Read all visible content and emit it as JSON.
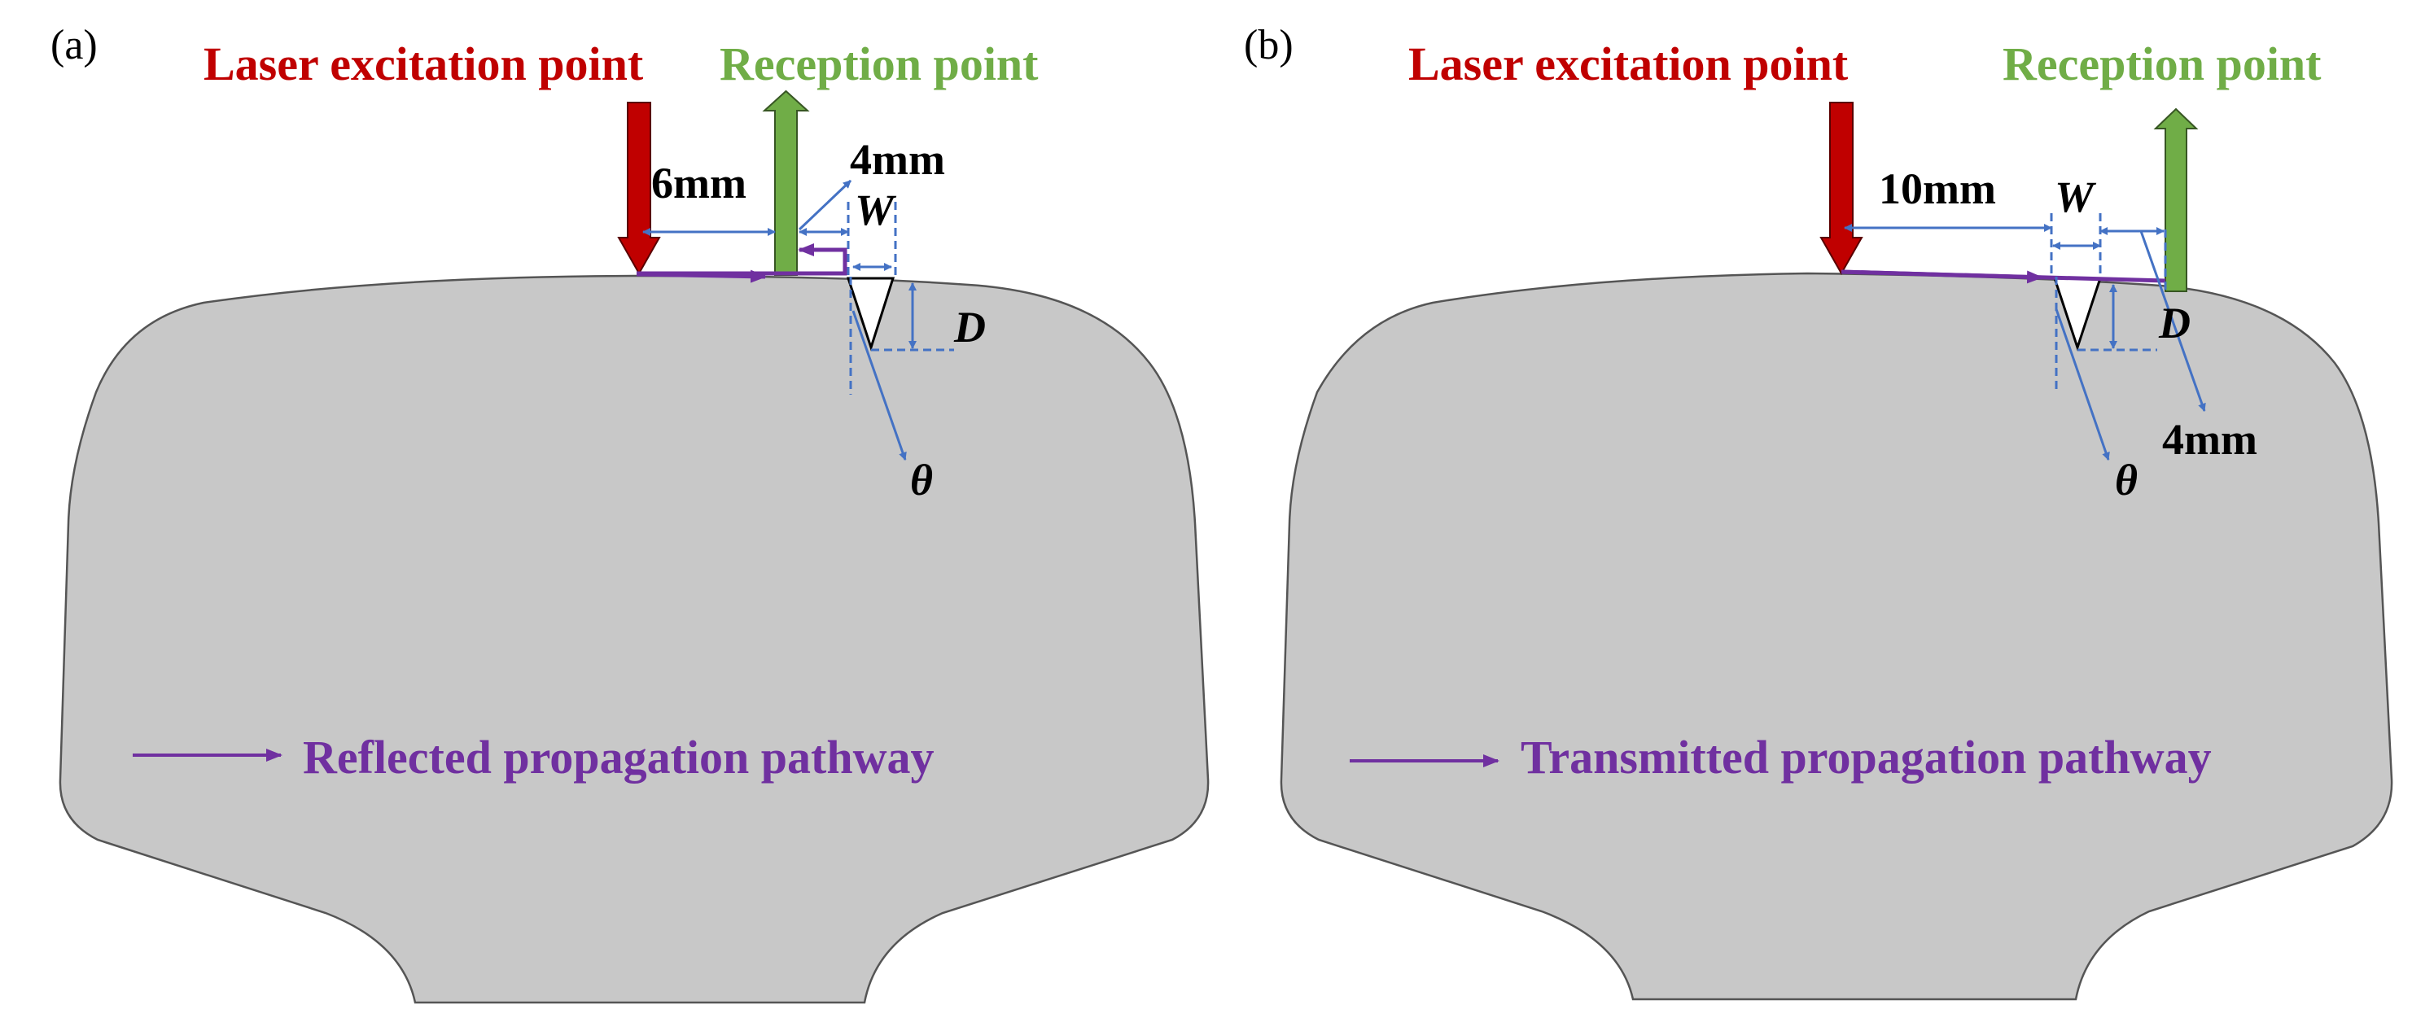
{
  "panels": [
    {
      "letter": "(a)",
      "excitation_label": "Laser excitation point",
      "reception_label": "Reception point",
      "spacing_label": "6mm",
      "offset_label": "4mm",
      "width_symbol": "W",
      "depth_symbol": "D",
      "angle_symbol": "θ",
      "legend_label": "Reflected propagation pathway"
    },
    {
      "letter": "(b)",
      "excitation_label": "Laser excitation point",
      "reception_label": "Reception point",
      "spacing_label": "10mm",
      "offset_label": "4mm",
      "width_symbol": "W",
      "depth_symbol": "D",
      "angle_symbol": "θ",
      "legend_label": "Transmitted propagation pathway"
    }
  ],
  "colors": {
    "rail_fill": "#c8c8c8",
    "laser_arrow": "#c00000",
    "reception_arrow": "#70ad47",
    "pathway": "#7030a0",
    "dimension": "#4472c4"
  }
}
